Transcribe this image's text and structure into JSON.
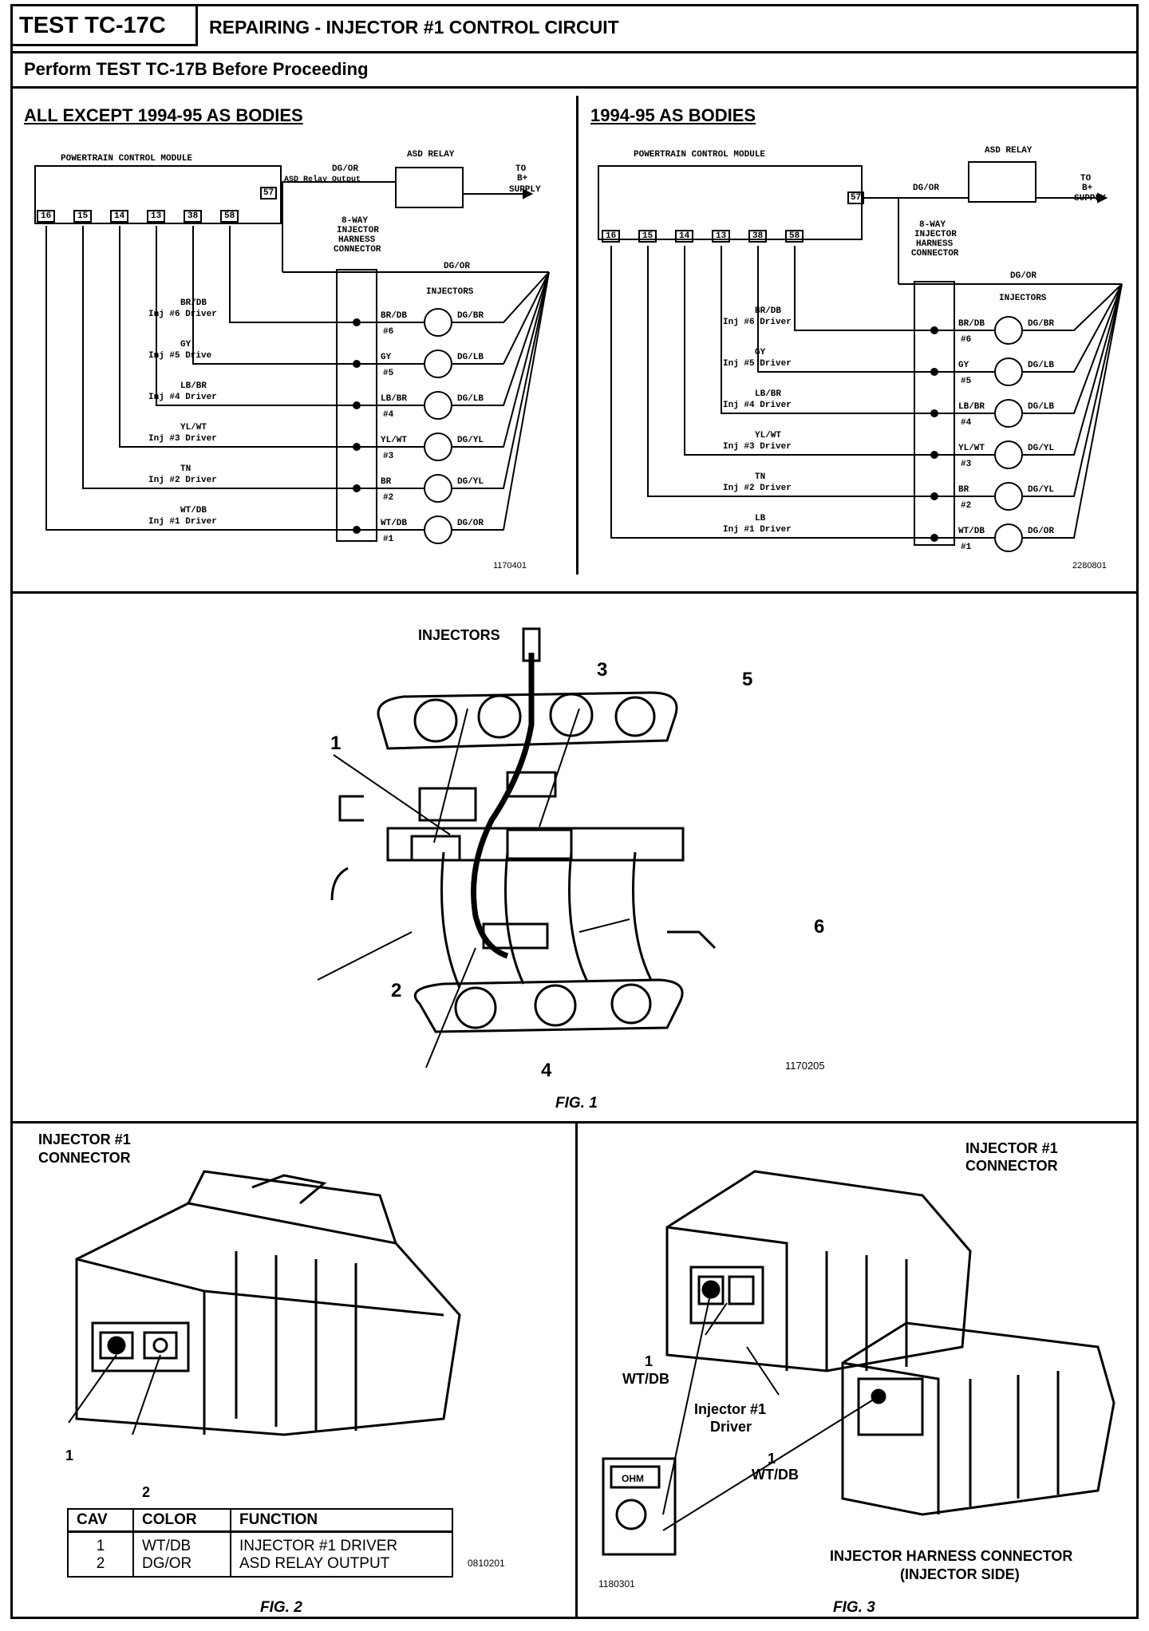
{
  "header": {
    "test_id": "TEST TC-17C",
    "title": "REPAIRING - INJECTOR #1 CONTROL CIRCUIT",
    "instruction": "Perform TEST TC-17B Before Proceeding"
  },
  "left_schematic": {
    "heading": "ALL EXCEPT 1994-95 AS BODIES",
    "module": "POWERTRAIN CONTROL MODULE",
    "relay": "ASD RELAY",
    "relay_wire": "DG/OR",
    "relay_output": "ASD Relay Output",
    "supply": [
      "TO",
      "B+",
      "SUPPLY"
    ],
    "connector": [
      "8-WAY",
      "INJECTOR",
      "HARNESS",
      "CONNECTOR"
    ],
    "injectors_label": "INJECTORS",
    "common_wire": "DG/OR",
    "pins": [
      "16",
      "15",
      "14",
      "13",
      "38",
      "58"
    ],
    "pin57": "57",
    "drivers": [
      {
        "wire": "BR/DB",
        "driver": "Inj #6 Driver",
        "cyl": "#6",
        "wire_in": "BR/DB",
        "wire_out": "DG/BR"
      },
      {
        "wire": "GY",
        "driver": "Inj #5 Drive",
        "cyl": "#5",
        "wire_in": "GY",
        "wire_out": "DG/LB"
      },
      {
        "wire": "LB/BR",
        "driver": "Inj #4 Driver",
        "cyl": "#4",
        "wire_in": "LB/BR",
        "wire_out": "DG/LB"
      },
      {
        "wire": "YL/WT",
        "driver": "Inj #3 Driver",
        "cyl": "#3",
        "wire_in": "YL/WT",
        "wire_out": "DG/YL"
      },
      {
        "wire": "TN",
        "driver": "Inj #2 Driver",
        "cyl": "#2",
        "wire_in": "BR",
        "wire_out": "DG/YL"
      },
      {
        "wire": "WT/DB",
        "driver": "Inj #1 Driver",
        "cyl": "#1",
        "wire_in": "WT/DB",
        "wire_out": "DG/OR"
      }
    ],
    "figure_number": "1170401"
  },
  "right_schematic": {
    "heading": "1994-95 AS BODIES",
    "module": "POWERTRAIN CONTROL MODULE",
    "relay": "ASD RELAY",
    "relay_wire": "DG/OR",
    "supply": [
      "TO",
      "B+",
      "SUPPLY"
    ],
    "connector": [
      "8-WAY",
      "INJECTOR",
      "HARNESS",
      "CONNECTOR"
    ],
    "injectors_label": "INJECTORS",
    "common_wire": "DG/OR",
    "pins": [
      "16",
      "15",
      "14",
      "13",
      "38",
      "58"
    ],
    "pin57": "57",
    "drivers": [
      {
        "wire": "BR/DB",
        "driver": "Inj #6 Driver",
        "cyl": "#6",
        "wire_in": "BR/DB",
        "wire_out": "DG/BR"
      },
      {
        "wire": "GY",
        "driver": "Inj #5 Driver",
        "cyl": "#5",
        "wire_in": "GY",
        "wire_out": "DG/LB"
      },
      {
        "wire": "LB/BR",
        "driver": "Inj #4 Driver",
        "cyl": "#4",
        "wire_in": "LB/BR",
        "wire_out": "DG/LB"
      },
      {
        "wire": "YL/WT",
        "driver": "Inj #3 Driver",
        "cyl": "#3",
        "wire_in": "YL/WT",
        "wire_out": "DG/YL"
      },
      {
        "wire": "TN",
        "driver": "Inj #2 Driver",
        "cyl": "#2",
        "wire_in": "BR",
        "wire_out": "DG/YL"
      },
      {
        "wire": "LB",
        "driver": "Inj #1 Driver",
        "cyl": "#1",
        "wire_in": "WT/DB",
        "wire_out": "DG/OR"
      }
    ],
    "figure_number": "2280801"
  },
  "fig1": {
    "title": "INJECTORS",
    "callouts": [
      "1",
      "2",
      "3",
      "4",
      "5",
      "6"
    ],
    "figure_number": "1170205",
    "caption": "FIG. 1"
  },
  "fig2": {
    "title_line1": "INJECTOR #1",
    "title_line2": "CONNECTOR",
    "callouts": [
      "1",
      "2"
    ],
    "table": {
      "headers": [
        "CAV",
        "COLOR",
        "FUNCTION"
      ],
      "rows": [
        [
          "1",
          "WT/DB",
          "INJECTOR #1 DRIVER"
        ],
        [
          "2",
          "DG/OR",
          "ASD RELAY OUTPUT"
        ]
      ]
    },
    "figure_number": "0810201",
    "caption": "FIG. 2"
  },
  "fig3": {
    "title_line1": "INJECTOR #1",
    "title_line2": "CONNECTOR",
    "left_callout": [
      "1",
      "WT/DB"
    ],
    "driver_label": [
      "Injector #1",
      "Driver"
    ],
    "right_callout": [
      "1",
      "WT/DB"
    ],
    "meter_label": "OHM",
    "harness_label_1": "INJECTOR HARNESS CONNECTOR",
    "harness_label_2": "(INJECTOR SIDE)",
    "figure_number": "1180301",
    "caption": "FIG. 3"
  }
}
